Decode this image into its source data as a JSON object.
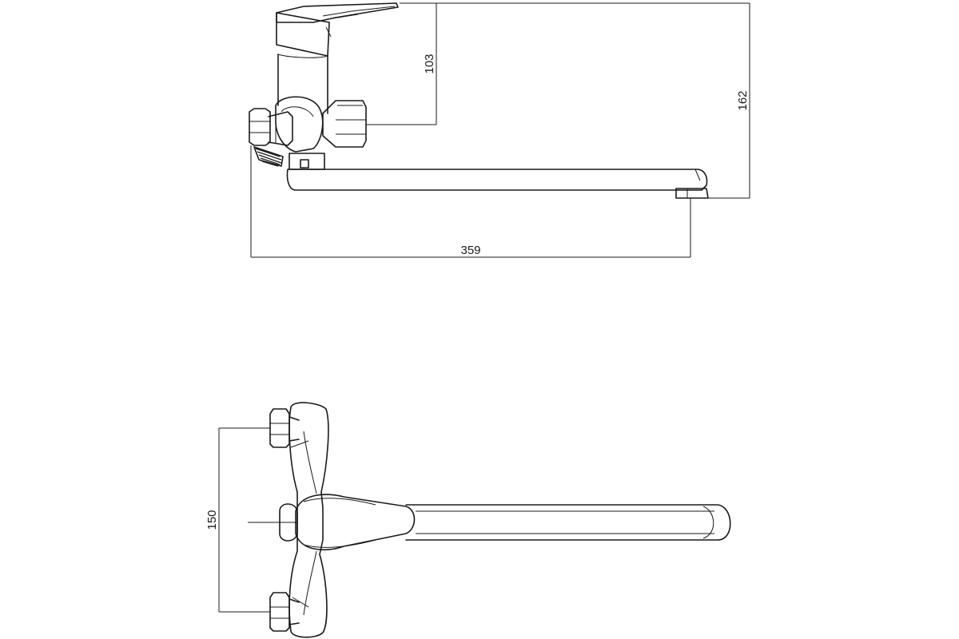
{
  "dimensions": {
    "handle_height": "103",
    "overall_height": "162",
    "spout_reach": "359",
    "inlet_spacing": "150"
  }
}
